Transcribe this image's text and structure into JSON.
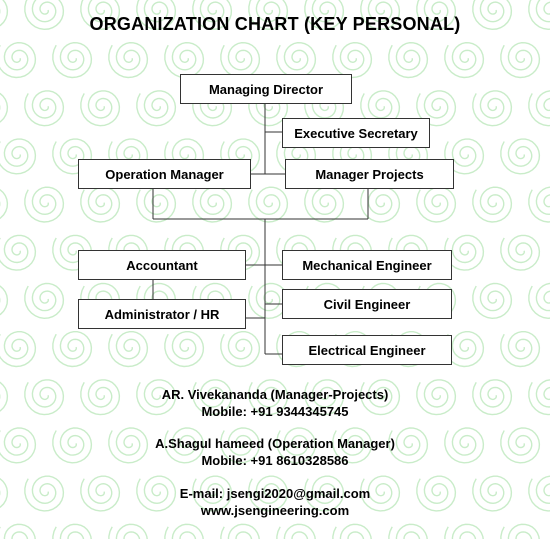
{
  "title": "ORGANIZATION CHART (KEY PERSONAL)",
  "theme": {
    "background_swirl_color": "#c9ecc9",
    "line_color": "#333333",
    "box_border_color": "#333333"
  },
  "boxes": {
    "managing_director": "Managing Director",
    "executive_secretary": "Executive Secretary",
    "operation_manager": "Operation Manager",
    "manager_projects": "Manager Projects",
    "accountant": "Accountant",
    "administrator_hr": "Administrator / HR",
    "mechanical_engineer": "Mechanical Engineer",
    "civil_engineer": "Civil Engineer",
    "electrical_engineer": "Electrical Engineer"
  },
  "contacts": {
    "person1_name": "AR. Vivekananda (Manager-Projects)",
    "person1_mobile": "Mobile: +91 9344345745",
    "person2_name": "A.Shagul hameed (Operation Manager)",
    "person2_mobile": "Mobile: +91 8610328586",
    "email": "E-mail: jsengi2020@gmail.com",
    "website": "www.jsengineering.com"
  }
}
